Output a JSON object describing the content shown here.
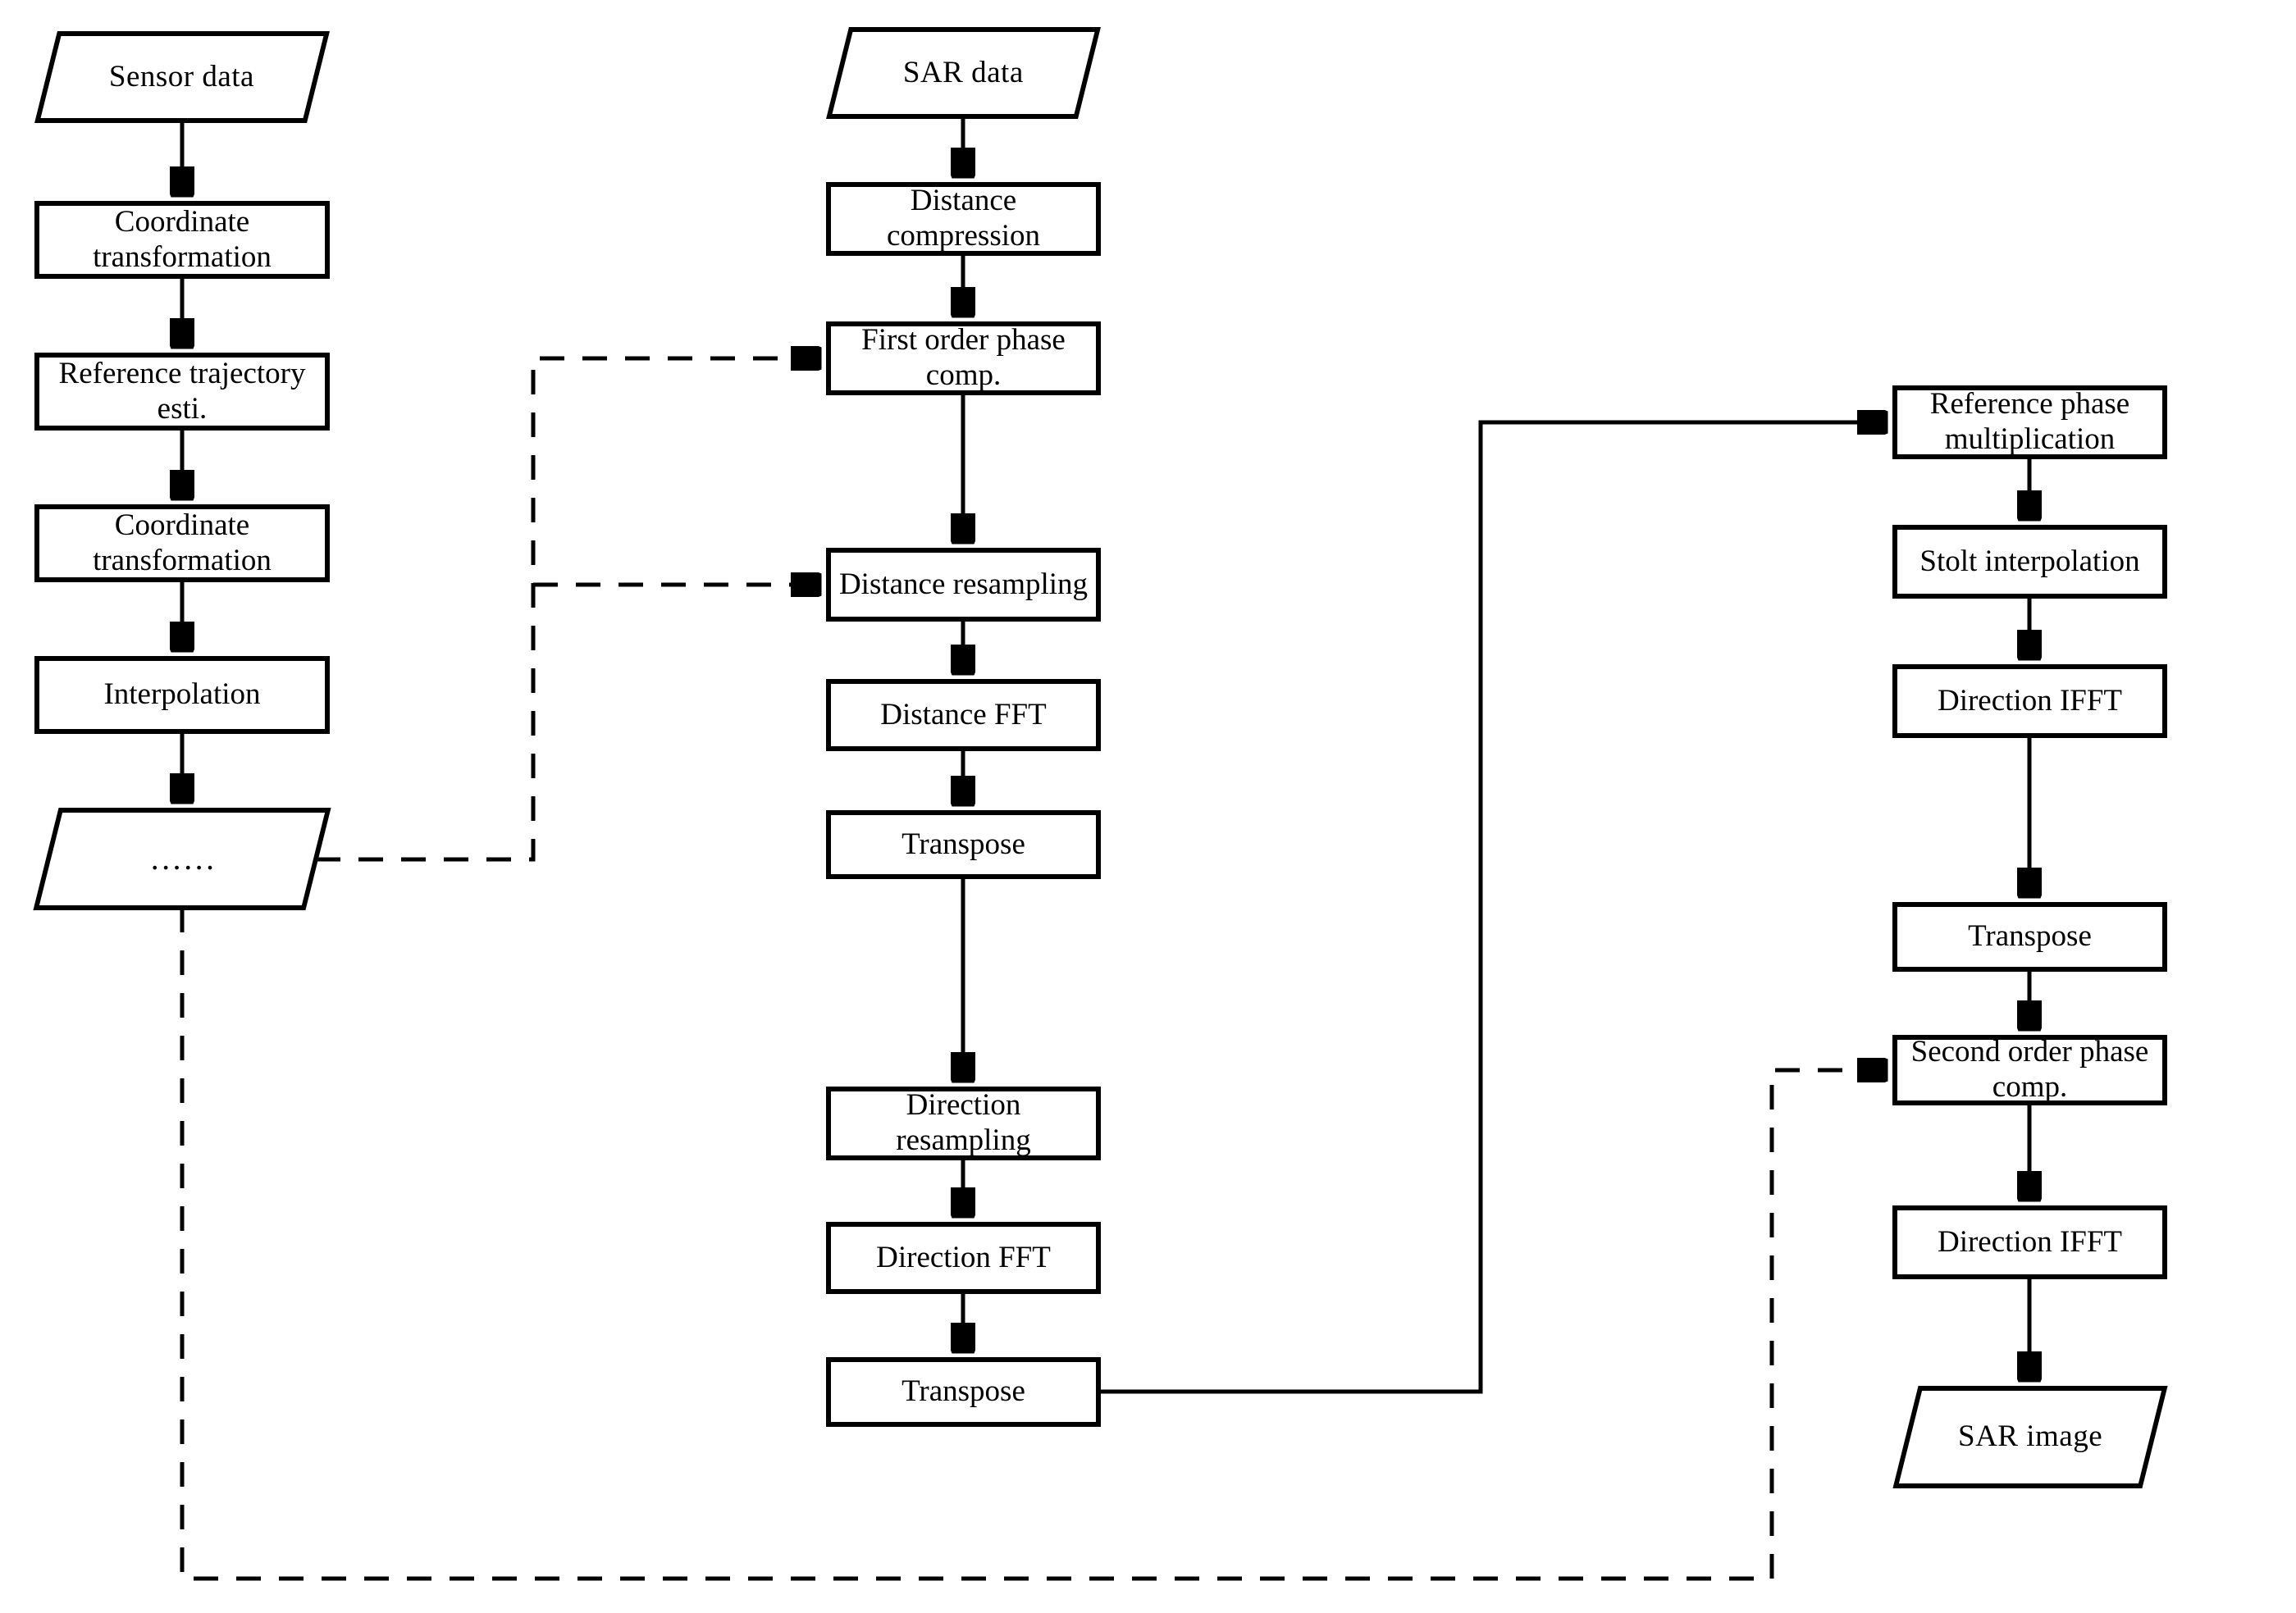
{
  "colors": {
    "background": "#ffffff",
    "stroke": "#000000",
    "text": "#000000"
  },
  "nodes": {
    "left": [
      {
        "id": "sensor-data",
        "shape": "parallelogram",
        "label": "Sensor data"
      },
      {
        "id": "coordinate-transformation-1",
        "shape": "process",
        "label": "Coordinate transformation"
      },
      {
        "id": "reference-trajectory-esti",
        "shape": "process",
        "label": "Reference trajectory esti."
      },
      {
        "id": "coordinate-transformation-2",
        "shape": "process",
        "label": "Coordinate transformation"
      },
      {
        "id": "interpolation",
        "shape": "process",
        "label": "Interpolation"
      },
      {
        "id": "ellipsis",
        "shape": "parallelogram",
        "label": "……"
      }
    ],
    "middle": [
      {
        "id": "sar-data",
        "shape": "parallelogram",
        "label": "SAR data"
      },
      {
        "id": "distance-compression",
        "shape": "process",
        "label": "Distance compression"
      },
      {
        "id": "first-order-phase-comp",
        "shape": "process",
        "label": "First order phase comp."
      },
      {
        "id": "distance-resampling",
        "shape": "process",
        "label": "Distance resampling"
      },
      {
        "id": "distance-fft",
        "shape": "process",
        "label": "Distance FFT"
      },
      {
        "id": "transpose-1",
        "shape": "process",
        "label": "Transpose"
      },
      {
        "id": "direction-resampling",
        "shape": "process",
        "label": "Direction resampling"
      },
      {
        "id": "direction-fft",
        "shape": "process",
        "label": "Direction FFT"
      },
      {
        "id": "transpose-2",
        "shape": "process",
        "label": "Transpose"
      }
    ],
    "right": [
      {
        "id": "reference-phase-multiplication",
        "shape": "process",
        "label": "Reference phase multiplication"
      },
      {
        "id": "stolt-interpolation",
        "shape": "process",
        "label": "Stolt interpolation"
      },
      {
        "id": "direction-ifft-1",
        "shape": "process",
        "label": "Direction IFFT"
      },
      {
        "id": "transpose-3",
        "shape": "process",
        "label": "Transpose"
      },
      {
        "id": "second-order-phase-comp",
        "shape": "process",
        "label": "Second order phase comp."
      },
      {
        "id": "direction-ifft-2",
        "shape": "process",
        "label": "Direction IFFT"
      },
      {
        "id": "sar-image",
        "shape": "parallelogram",
        "label": "SAR image"
      }
    ]
  },
  "connections": [
    {
      "from": "sensor-data",
      "to": "coordinate-transformation-1",
      "style": "solid-arrow"
    },
    {
      "from": "coordinate-transformation-1",
      "to": "reference-trajectory-esti",
      "style": "solid-arrow"
    },
    {
      "from": "reference-trajectory-esti",
      "to": "coordinate-transformation-2",
      "style": "solid-arrow"
    },
    {
      "from": "coordinate-transformation-2",
      "to": "interpolation",
      "style": "solid-arrow"
    },
    {
      "from": "interpolation",
      "to": "ellipsis",
      "style": "solid-arrow"
    },
    {
      "from": "sar-data",
      "to": "distance-compression",
      "style": "solid-arrow"
    },
    {
      "from": "distance-compression",
      "to": "first-order-phase-comp",
      "style": "solid-arrow"
    },
    {
      "from": "first-order-phase-comp",
      "to": "distance-resampling",
      "style": "solid-arrow"
    },
    {
      "from": "distance-resampling",
      "to": "distance-fft",
      "style": "solid-arrow"
    },
    {
      "from": "distance-fft",
      "to": "transpose-1",
      "style": "solid-arrow"
    },
    {
      "from": "transpose-1",
      "to": "direction-resampling",
      "style": "solid-arrow"
    },
    {
      "from": "direction-resampling",
      "to": "direction-fft",
      "style": "solid-arrow"
    },
    {
      "from": "direction-fft",
      "to": "transpose-2",
      "style": "solid-arrow"
    },
    {
      "from": "transpose-2",
      "to": "reference-phase-multiplication",
      "style": "solid-arrow"
    },
    {
      "from": "reference-phase-multiplication",
      "to": "stolt-interpolation",
      "style": "solid-arrow"
    },
    {
      "from": "stolt-interpolation",
      "to": "direction-ifft-1",
      "style": "solid-arrow"
    },
    {
      "from": "direction-ifft-1",
      "to": "transpose-3",
      "style": "solid-arrow"
    },
    {
      "from": "transpose-3",
      "to": "second-order-phase-comp",
      "style": "solid-arrow"
    },
    {
      "from": "second-order-phase-comp",
      "to": "direction-ifft-2",
      "style": "solid-arrow"
    },
    {
      "from": "direction-ifft-2",
      "to": "sar-image",
      "style": "solid-arrow"
    },
    {
      "from": "ellipsis",
      "to": "first-order-phase-comp",
      "style": "dashed-arrow"
    },
    {
      "from": "ellipsis",
      "to": "distance-resampling",
      "style": "dashed-arrow"
    },
    {
      "from": "ellipsis",
      "to": "second-order-phase-comp",
      "style": "dashed-arrow"
    }
  ]
}
